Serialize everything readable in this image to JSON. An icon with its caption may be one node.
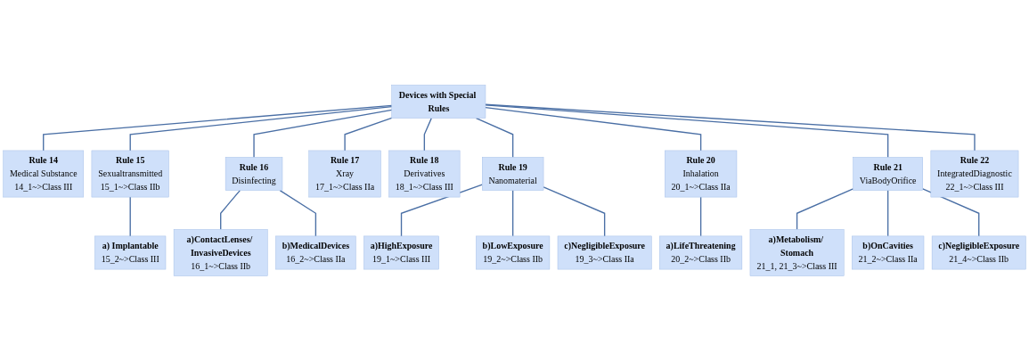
{
  "diagram": {
    "nodes": [
      {
        "text": [
          "Devices with Special Rules"
        ]
      },
      {
        "text": [
          "Rule 14",
          "Medical Substance",
          "14_1~>Class III"
        ]
      },
      {
        "text": [
          "Rule 15",
          "Sexualtransmitted",
          "15_1~>Class IIb"
        ]
      },
      {
        "text": [
          "a) Implantable",
          "15_2~>Class III"
        ]
      },
      {
        "text": [
          "Rule 16",
          "Disinfecting"
        ]
      },
      {
        "text": [
          "a)ContactLenses/ InvasiveDevices",
          "16_1~>Class IIb"
        ]
      },
      {
        "text": [
          "b)MedicalDevices",
          "16_2~>Class IIa"
        ]
      },
      {
        "text": [
          "Rule 17",
          "Xray",
          "17_1~>Class IIa"
        ]
      },
      {
        "text": [
          "Rule 18",
          "Derivatives",
          "18_1~>Class III"
        ]
      },
      {
        "text": [
          "Rule 19",
          "Nanomaterial"
        ]
      },
      {
        "text": [
          "a)HighExposure",
          "19_1~>Class III"
        ]
      },
      {
        "text": [
          "b)LowExposure",
          "19_2~>Class IIb"
        ]
      },
      {
        "text": [
          "c)NegligibleExposure",
          "19_3~>Class IIa"
        ]
      },
      {
        "text": [
          "Rule 20",
          "Inhalation",
          "20_1~>Class IIa"
        ]
      },
      {
        "text": [
          "a)LifeThreatening",
          "20_2~>Class IIb"
        ]
      },
      {
        "text": [
          "Rule 21",
          "ViaBodyOrifice"
        ]
      },
      {
        "text": [
          "a)Metabolism/ Stomach",
          "21_1, 21_3~>Class III"
        ]
      },
      {
        "text": [
          "b)OnCavities",
          "21_2~>Class IIa"
        ]
      },
      {
        "text": [
          "c)NegligibleExposure",
          "21_4~>Class IIb"
        ]
      },
      {
        "text": [
          "Rule 22",
          "IntegratedDiagnostic",
          "22_1~>Class III"
        ]
      }
    ],
    "edges": [
      {
        "from": 0,
        "to": 1,
        "arrow": "none"
      },
      {
        "from": 0,
        "to": 2,
        "arrow": "none"
      },
      {
        "from": 2,
        "to": 3,
        "arrow": "none"
      },
      {
        "from": 0,
        "to": 4,
        "arrow": "none"
      },
      {
        "from": 4,
        "to": 5,
        "arrow": "none"
      },
      {
        "from": 4,
        "to": 6,
        "arrow": "none"
      },
      {
        "from": 0,
        "to": 7,
        "arrow": "none"
      },
      {
        "from": 0,
        "to": 8,
        "arrow": "none"
      },
      {
        "from": 0,
        "to": 9,
        "arrow": "none"
      },
      {
        "from": 9,
        "to": 10,
        "arrow": "none"
      },
      {
        "from": 9,
        "to": 11,
        "arrow": "none"
      },
      {
        "from": 9,
        "to": 12,
        "arrow": "none"
      },
      {
        "from": 0,
        "to": 13,
        "arrow": "none"
      },
      {
        "from": 13,
        "to": 14,
        "arrow": "none"
      },
      {
        "from": 0,
        "to": 15,
        "arrow": "none"
      },
      {
        "from": 15,
        "to": 16,
        "arrow": "none"
      },
      {
        "from": 15,
        "to": 17,
        "arrow": "none"
      },
      {
        "from": 15,
        "to": 18,
        "arrow": "none"
      },
      {
        "from": 0,
        "to": 19,
        "arrow": "none"
      }
    ]
  }
}
